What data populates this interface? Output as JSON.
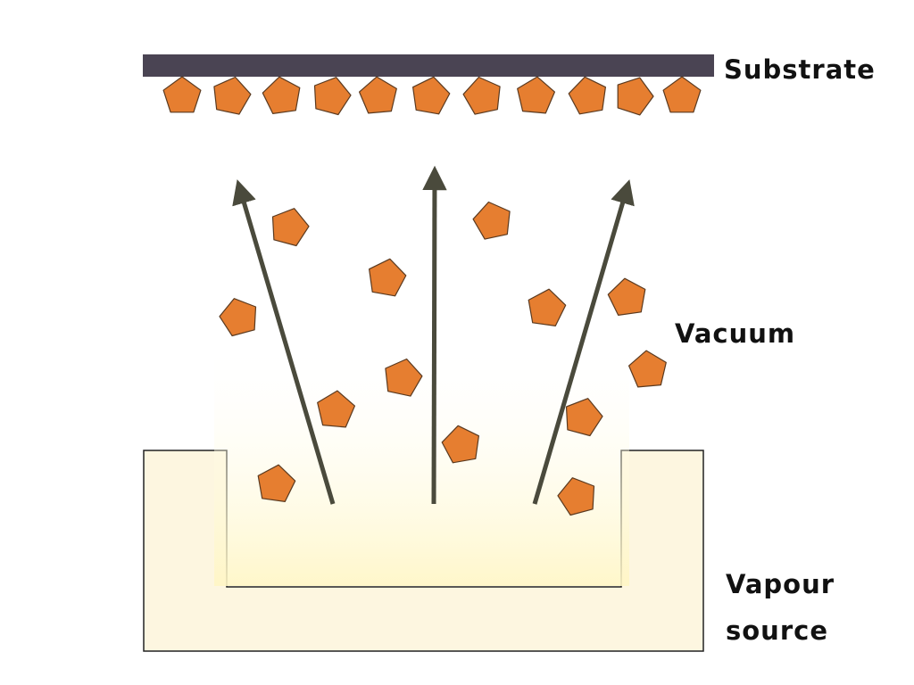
{
  "labels": {
    "substrate": "Substrate",
    "vacuum": "Vacuum",
    "source_line1": "Vapour",
    "source_line2": "source"
  },
  "colors": {
    "substrate": "#4a4453",
    "particle_fill": "#e67e30",
    "particle_stroke": "#5a3a20",
    "arrow": "#4a4a3c",
    "source_fill": "#fdf6e0",
    "source_stroke": "#222222",
    "glow_inner": "#fff6c4"
  }
}
